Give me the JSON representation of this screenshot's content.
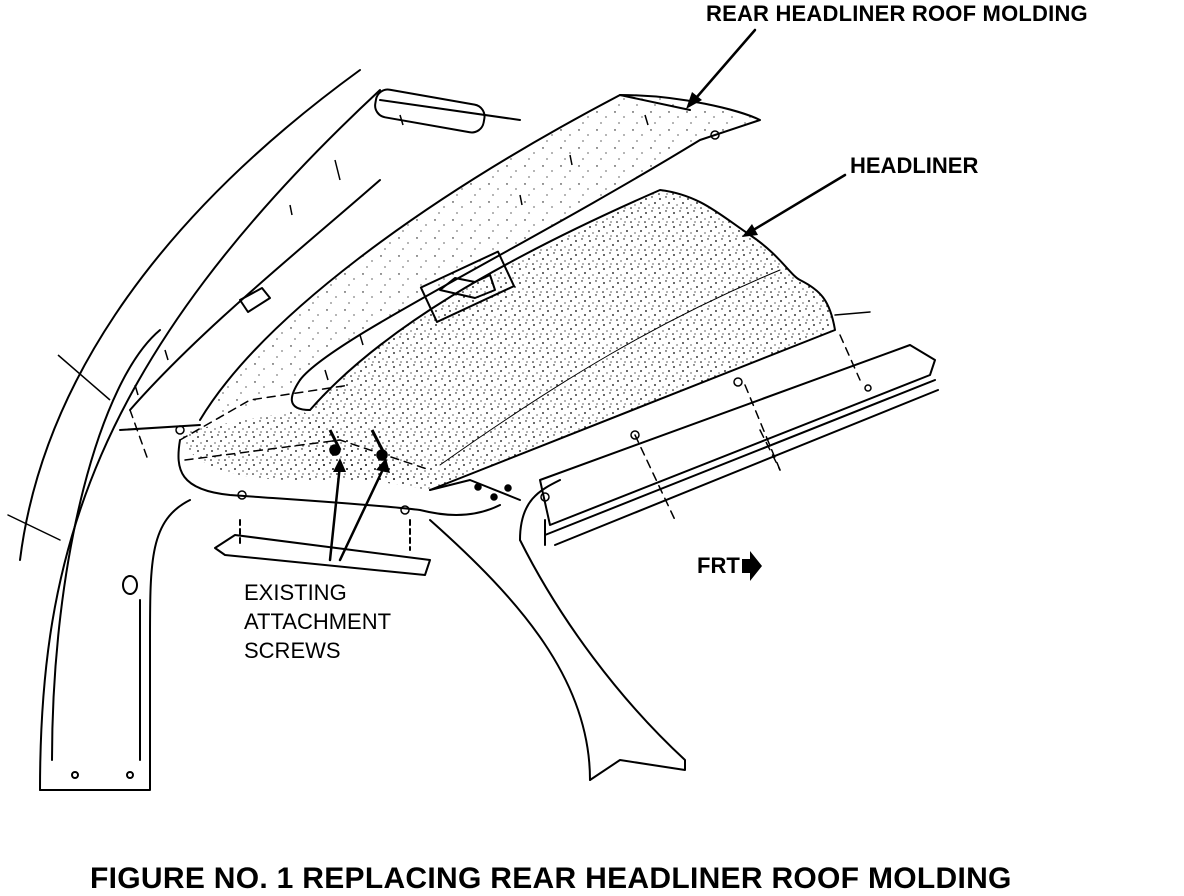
{
  "labels": {
    "rear_molding": "REAR HEADLINER ROOF MOLDING",
    "headliner": "HEADLINER",
    "screws_line1": "EXISTING",
    "screws_line2": "ATTACHMENT",
    "screws_line3": "SCREWS",
    "front": "FRT"
  },
  "caption": "FIGURE NO. 1 REPLACING REAR HEADLINER ROOF MOLDING",
  "icons": {
    "front_arrow": "arrow-right-icon"
  },
  "colors": {
    "ink": "#000000",
    "paper": "#ffffff"
  }
}
